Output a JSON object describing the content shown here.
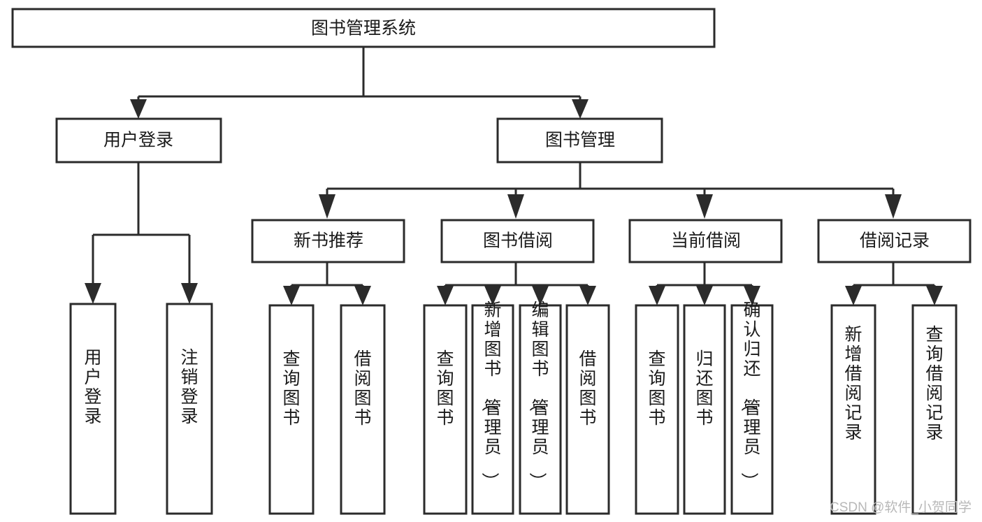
{
  "diagram": {
    "title": "图书管理系统",
    "type": "hierarchy-tree",
    "orientation": "top-down",
    "levels": 4,
    "root": {
      "id": "root",
      "label": "图书管理系统",
      "orientation": "horizontal"
    },
    "level2": [
      {
        "id": "user-login",
        "label": "用户登录",
        "orientation": "horizontal"
      },
      {
        "id": "book-manage",
        "label": "图书管理",
        "orientation": "horizontal"
      }
    ],
    "level3": [
      {
        "id": "new-book-recommend",
        "label": "新书推荐",
        "parent": "book-manage",
        "orientation": "horizontal"
      },
      {
        "id": "book-borrow",
        "label": "图书借阅",
        "parent": "book-manage",
        "orientation": "horizontal"
      },
      {
        "id": "current-borrow",
        "label": "当前借阅",
        "parent": "book-manage",
        "orientation": "horizontal"
      },
      {
        "id": "borrow-record",
        "label": "借阅记录",
        "parent": "book-manage",
        "orientation": "horizontal"
      }
    ],
    "leaves": [
      {
        "id": "leaf-user-login",
        "label": "用户登录",
        "parent": "user-login",
        "orientation": "vertical"
      },
      {
        "id": "leaf-logout-login",
        "label": "注销登录",
        "parent": "user-login",
        "orientation": "vertical"
      },
      {
        "id": "leaf-query-book-1",
        "label": "查询图书",
        "parent": "new-book-recommend",
        "orientation": "vertical"
      },
      {
        "id": "leaf-borrow-book-1",
        "label": "借阅图书",
        "parent": "new-book-recommend",
        "orientation": "vertical"
      },
      {
        "id": "leaf-query-book-2",
        "label": "查询图书",
        "parent": "book-borrow",
        "orientation": "vertical"
      },
      {
        "id": "leaf-add-book",
        "label": "新增图书（管理员）",
        "parent": "book-borrow",
        "orientation": "vertical"
      },
      {
        "id": "leaf-edit-book",
        "label": "编辑图书（管理员）",
        "parent": "book-borrow",
        "orientation": "vertical"
      },
      {
        "id": "leaf-borrow-book-2",
        "label": "借阅图书",
        "parent": "book-borrow",
        "orientation": "vertical"
      },
      {
        "id": "leaf-query-book-3",
        "label": "查询图书",
        "parent": "current-borrow",
        "orientation": "vertical"
      },
      {
        "id": "leaf-return-book",
        "label": "归还图书",
        "parent": "current-borrow",
        "orientation": "vertical"
      },
      {
        "id": "leaf-confirm-return",
        "label": "确认归还（管理员）",
        "parent": "current-borrow",
        "orientation": "vertical"
      },
      {
        "id": "leaf-add-record",
        "label": "新增借阅记录",
        "parent": "borrow-record",
        "orientation": "vertical"
      },
      {
        "id": "leaf-query-record",
        "label": "查询借阅记录",
        "parent": "borrow-record",
        "orientation": "vertical"
      }
    ]
  },
  "watermark": {
    "text": "CSDN @软件_小贺同学"
  },
  "colors": {
    "background": "#ffffff",
    "box_fill": "#ffffff",
    "box_stroke": "#2b2b2b",
    "text": "#1a1a1a",
    "watermark": "#b8b8b8"
  }
}
